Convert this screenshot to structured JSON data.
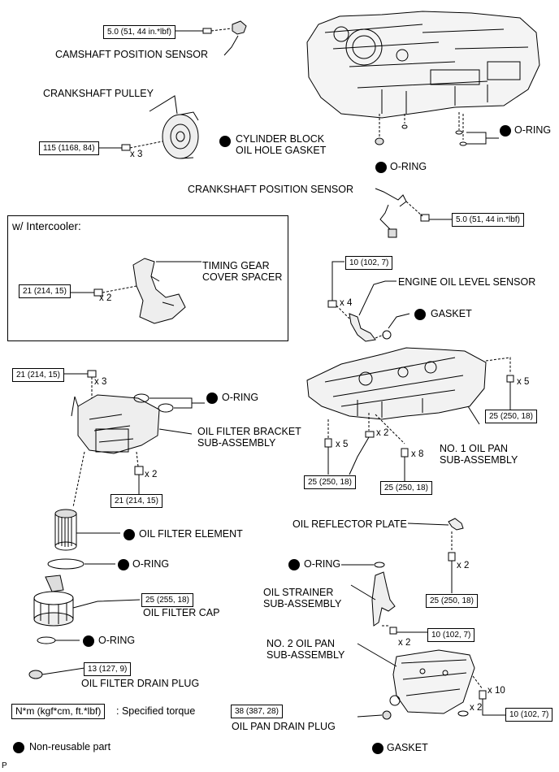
{
  "labels": {
    "camshaft_sensor": "CAMSHAFT POSITION SENSOR",
    "crankshaft_pulley": "CRANKSHAFT PULLEY",
    "cyl_block_gasket_1": "CYLINDER BLOCK",
    "cyl_block_gasket_2": "OIL HOLE GASKET",
    "oring": "O-RING",
    "crank_sensor": "CRANKSHAFT POSITION SENSOR",
    "w_intercooler": "w/ Intercooler:",
    "timing_gear_1": "TIMING GEAR",
    "timing_gear_2": "COVER SPACER",
    "engine_oil_level_sensor": "ENGINE OIL LEVEL SENSOR",
    "gasket": "GASKET",
    "oil_filter_bracket_1": "OIL FILTER BRACKET",
    "oil_filter_bracket_2": "SUB-ASSEMBLY",
    "no1_oil_pan_1": "NO. 1 OIL PAN",
    "no1_oil_pan_2": "SUB-ASSEMBLY",
    "oil_filter_element": "OIL FILTER ELEMENT",
    "oil_reflector_plate": "OIL REFLECTOR PLATE",
    "oil_filter_cap": "OIL FILTER CAP",
    "oil_strainer_1": "OIL STRAINER",
    "oil_strainer_2": "SUB-ASSEMBLY",
    "no2_oil_pan_1": "NO. 2 OIL PAN",
    "no2_oil_pan_2": "SUB-ASSEMBLY",
    "oil_filter_drain_plug": "OIL FILTER DRAIN PLUG",
    "oil_pan_drain_plug": "OIL PAN DRAIN PLUG",
    "specified_torque": ": Specified torque",
    "non_reusable": "Non-reusable part",
    "corner": "P"
  },
  "torques": {
    "camshaft": "5.0 (51, 44 in.*lbf)",
    "pulley": "115 (1168, 84)",
    "crank_sensor": "5.0 (51, 44 in.*lbf)",
    "timing_gear": "21 (214, 15)",
    "oil_level_sensor": "10 (102, 7)",
    "bracket_top": "21 (214, 15)",
    "bracket_bottom": "21 (214, 15)",
    "pan_right": "25 (250, 18)",
    "pan_x5": "25 (250, 18)",
    "pan_x8": "25 (250, 18)",
    "filter_cap": "25 (255, 18)",
    "reflector": "25 (250, 18)",
    "strainer": "10 (102, 7)",
    "drain_plug_filter": "13 (127, 9)",
    "drain_plug_pan": "38 (387, 28)",
    "pan2": "10 (102, 7)",
    "legend": "N*m (kgf*cm, ft.*lbf)"
  },
  "qty": {
    "pulley": "x 3",
    "timing": "x 2",
    "oil_level": "x 4",
    "bracket_top": "x 3",
    "bracket_bottom": "x 2",
    "pan_right": "x 5",
    "pan_x2": "x 2",
    "pan_x5": "x 5",
    "pan_x8": "x 8",
    "reflector": "x 2",
    "strainer": "x 2",
    "pan2_x10": "x 10",
    "pan2_x2": "x 2"
  }
}
